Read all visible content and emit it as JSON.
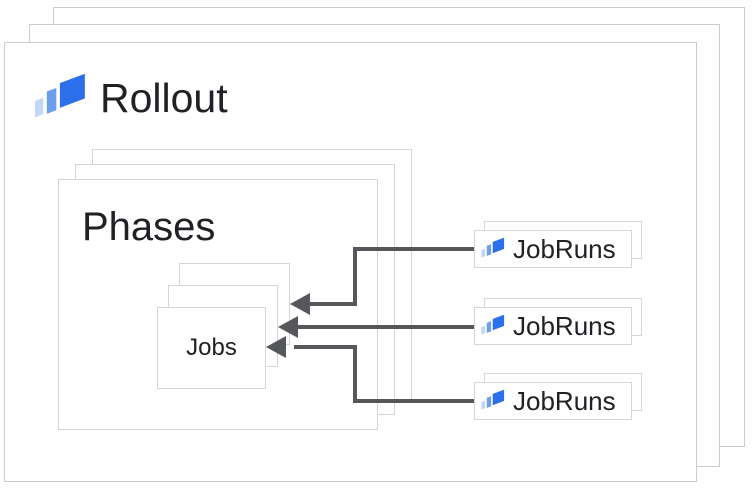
{
  "diagram": {
    "title": "Rollout",
    "rollout": {
      "label": "Rollout",
      "icon": "cloud-deploy-icon",
      "stack_count": 3
    },
    "phases": {
      "label": "Phases",
      "stack_count": 3
    },
    "jobs": {
      "label": "Jobs",
      "stack_count": 3
    },
    "jobruns": {
      "icon": "cloud-deploy-icon",
      "stack_count": 2,
      "items": [
        {
          "label": "JobRuns"
        },
        {
          "label": "JobRuns"
        },
        {
          "label": "JobRuns"
        }
      ]
    },
    "arrows": {
      "count": 3,
      "direction": "from JobRuns cards into Jobs stack",
      "color": "#56575a"
    }
  },
  "colors": {
    "background": "#ffffff",
    "text": "#202124",
    "card_border_outer": "#cccccc",
    "card_border_inner": "#d6d6d6",
    "arrow": "#56575a",
    "icon_blue_dark": "#2c6fea",
    "icon_blue_medium": "#6d9eec",
    "icon_blue_light": "#c2d7f8"
  }
}
